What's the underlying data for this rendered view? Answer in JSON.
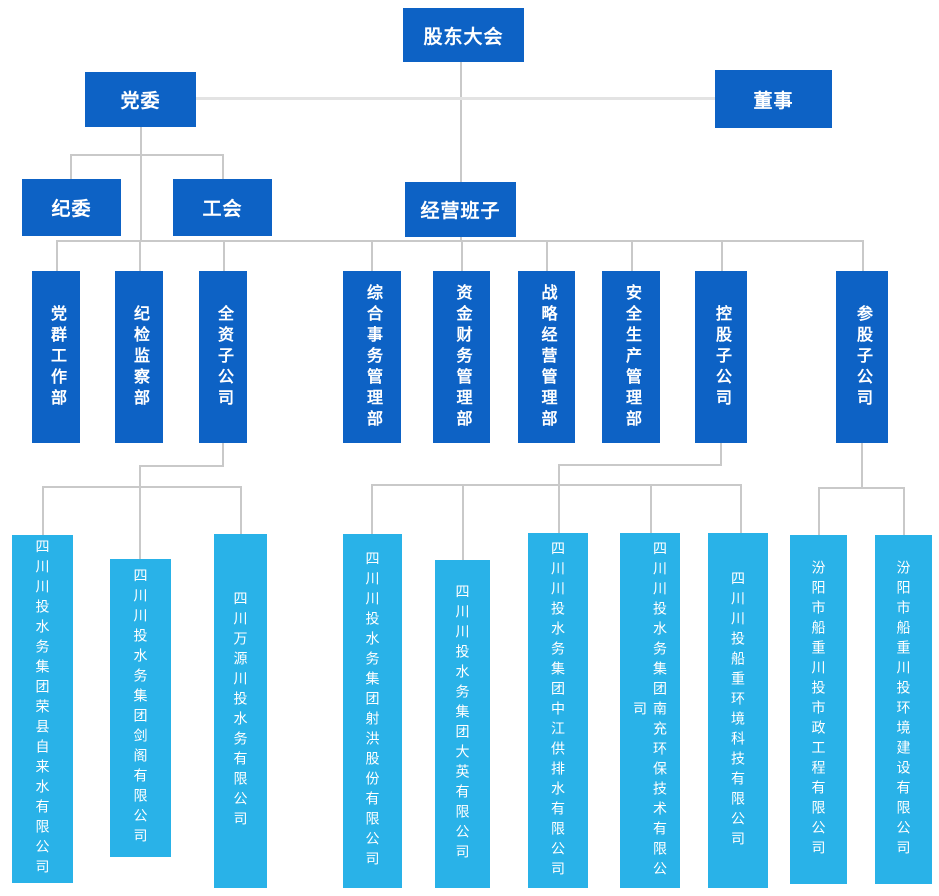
{
  "org_chart": {
    "root": "股东大会",
    "party_committee": "党委",
    "directors": "董事",
    "discipline_committee": "纪委",
    "labor_union": "工会",
    "management_team": "经营班子",
    "departments": [
      {
        "label": "党群工作部"
      },
      {
        "label": "纪检监察部"
      },
      {
        "label": "全资子公司"
      },
      {
        "label": "综合事务管理部"
      },
      {
        "label": "资金财务管理部"
      },
      {
        "label": "战略经营管理部"
      },
      {
        "label": "安全生产管理部"
      },
      {
        "label": "控股子公司"
      },
      {
        "label": "参股子公司"
      }
    ],
    "companies": [
      {
        "label": "四川川投水务集团荣县自来水有限公司"
      },
      {
        "label": "四川川投水务集团剑阁有限公司"
      },
      {
        "label": "四川万源川投水务有限公司"
      },
      {
        "label": "四川川投水务集团射洪股份有限公司"
      },
      {
        "label": "四川川投水务集团大英有限公司"
      },
      {
        "label": "四川川投水务集团中江供排水有限公司"
      },
      {
        "label": "四川川投水务集团南充环保技术有限公司"
      },
      {
        "label": "四川川投船重环境科技有限公司"
      },
      {
        "label": "汾阳市船重川投市政工程有限公司"
      },
      {
        "label": "汾阳市船重川投环境建设有限公司"
      }
    ]
  },
  "colors": {
    "primary_blue": "#0d62c5",
    "light_blue": "#29b2e8",
    "connector_gray": "#c9c9c9",
    "connector_light_gray": "#e3e3e3",
    "text_white": "#ffffff"
  }
}
